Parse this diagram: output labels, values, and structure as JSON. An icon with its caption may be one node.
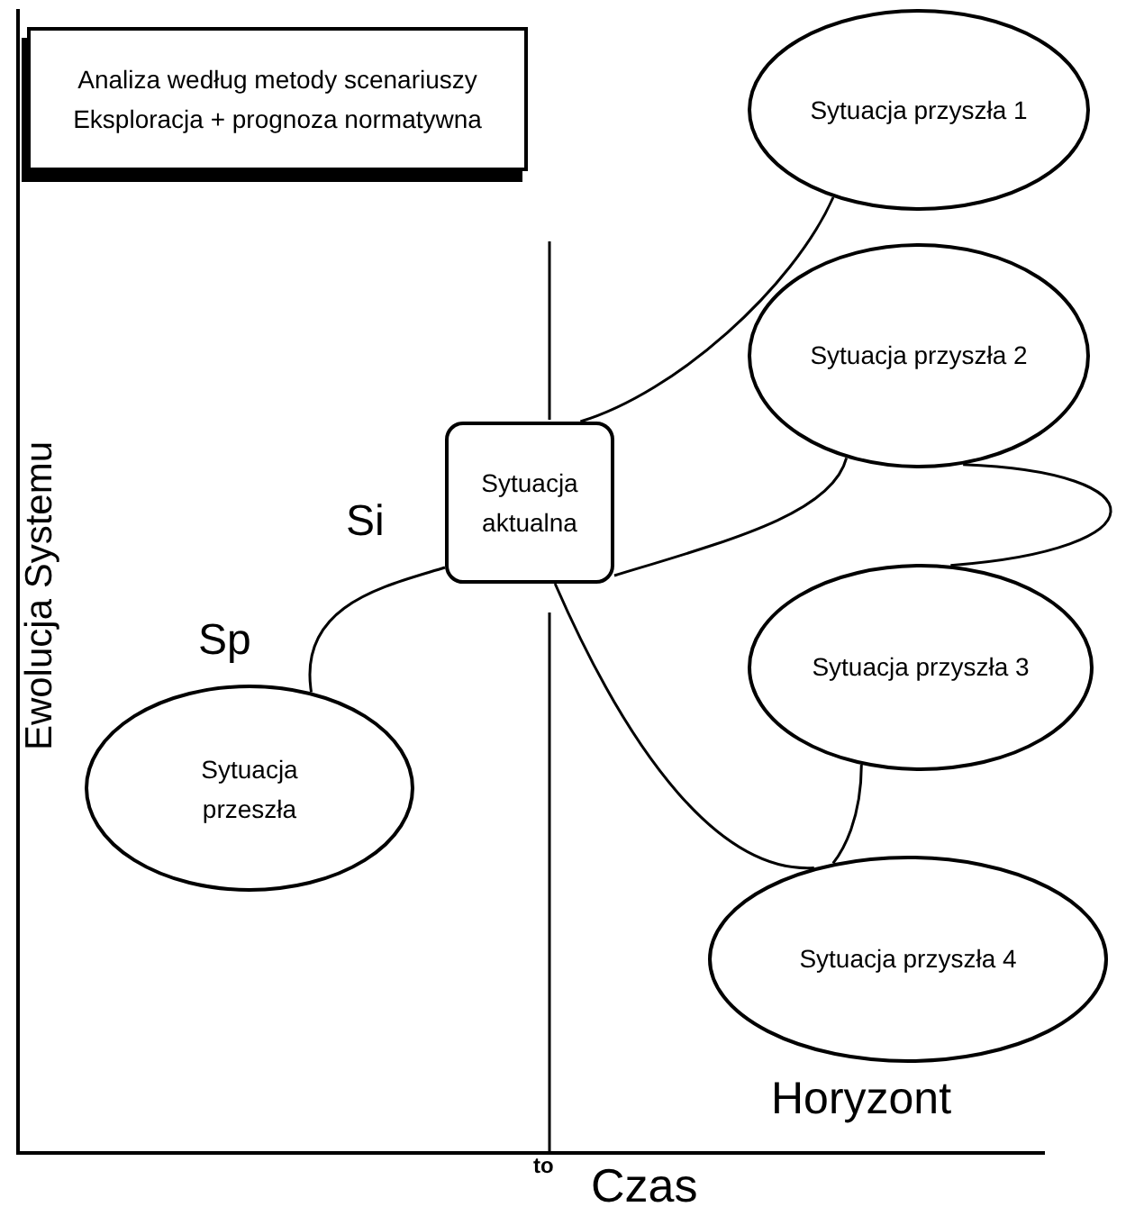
{
  "diagram": {
    "nodes": [
      {
        "text": [
          "Analiza według metody scenariuszy",
          "Eksploracja + prognoza normatywna"
        ]
      },
      {
        "text": [
          "Sytuacja przyszła 1"
        ]
      },
      {
        "text": [
          "Sytuacja przyszła 2"
        ]
      },
      {
        "text": [
          "Sytuacja aktualna"
        ]
      },
      {
        "text": [
          "Sytuacja przyszła 3"
        ]
      },
      {
        "text": [
          "Sytuacja przeszła"
        ]
      },
      {
        "text": [
          "Sytuacja przyszła 4"
        ]
      }
    ],
    "edges": [
      {
        "from": 5,
        "to": 3,
        "arrow": "none"
      },
      {
        "from": 3,
        "to": 1,
        "arrow": "none"
      },
      {
        "from": 3,
        "to": 2,
        "arrow": "none"
      },
      {
        "from": 2,
        "to": 4,
        "arrow": "none"
      },
      {
        "from": 3,
        "to": 6,
        "arrow": "none"
      },
      {
        "from": 4,
        "to": 6,
        "arrow": "none"
      }
    ],
    "labels": [
      "Ewolucja Systemu",
      "Si",
      "Sp",
      "Horyzont",
      "to",
      "Czas"
    ]
  }
}
